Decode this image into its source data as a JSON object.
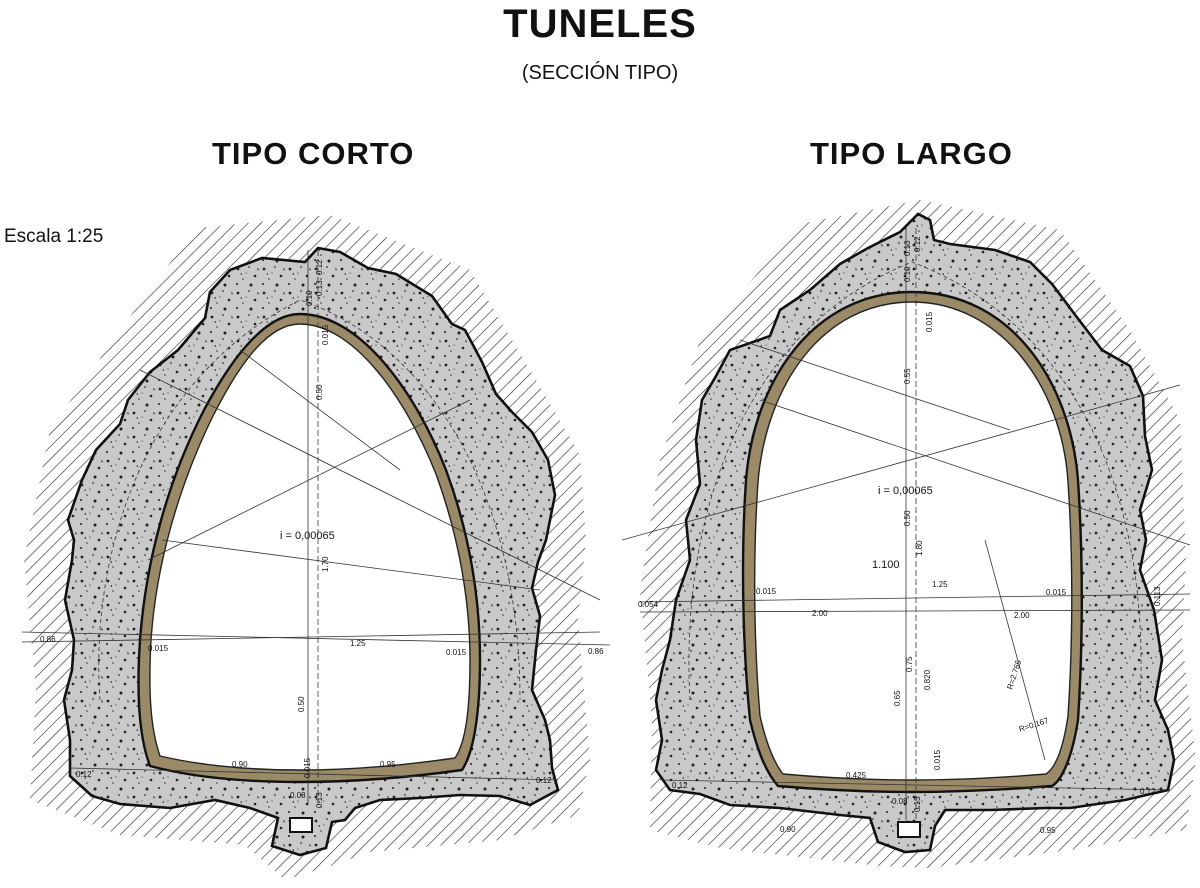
{
  "header": {
    "title": "TUNELES",
    "subtitle": "(SECCIÓN TIPO)",
    "scale": "Escala 1:25"
  },
  "sections": {
    "short": {
      "title": "TIPO  CORTO",
      "grade": "i = 0,00065",
      "dims": {
        "top_a": "0.12",
        "top_b": "0.13",
        "top_c": "0.10",
        "lining_top": "0.015",
        "upper_rise": "0.50",
        "total_height": "1.70",
        "lower_rise": "0.50",
        "span": "1.25",
        "spring_left": "0.86",
        "spring_right": "0.86",
        "lining_left": "0.015",
        "lining_right": "0.015",
        "floor_left": "0.90",
        "floor_right": "0.95",
        "lining_floor": "0.015",
        "side_left": "0.12",
        "side_right": "0.12",
        "base_a": "0.08",
        "base_b": "0.13"
      }
    },
    "long": {
      "title": "TIPO  LARGO",
      "grade": "i = 0,00065",
      "dims": {
        "top_a": "0.12",
        "top_b": "0.13",
        "top_c": "0.10",
        "lining_top": "0.015",
        "upper_rise": "0.55",
        "mid_rise": "0.50",
        "total_height": "1.80",
        "level": "1.100",
        "span": "1.25",
        "width_left": "2.00",
        "width_right": "2.00",
        "spring_left": "0.054",
        "spring_right": "0.113",
        "lining_left": "0.015",
        "lining_right": "0.015",
        "lower_a": "0.75",
        "lower_b": "0.65",
        "lower_c": "0.820",
        "radius_big": "R=2.765",
        "radius_small": "R=0.167",
        "floor_half": "0.425",
        "lining_floor": "0.015",
        "side_left": "0.12",
        "side_right": "0.12",
        "base_a": "0.08",
        "base_b": "0.13",
        "foot_left": "0.90",
        "foot_right": "0.95"
      }
    }
  },
  "colors": {
    "concrete": "#c9c9c9",
    "ink": "#161616",
    "lining": "#8a7a5a"
  }
}
